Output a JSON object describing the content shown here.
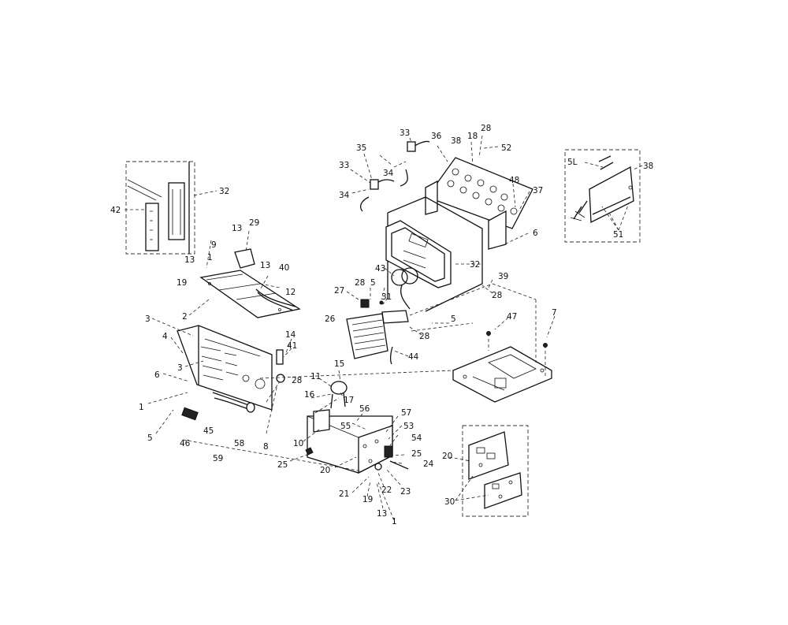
{
  "callouts": {
    "inset_left": [
      "42",
      "32"
    ],
    "left_assembly": [
      "13",
      "29",
      "9",
      "13",
      "1",
      "19",
      "13",
      "40",
      "12",
      "2",
      "3",
      "4",
      "3",
      "6",
      "14",
      "41",
      "28",
      "1",
      "5",
      "45",
      "46",
      "58",
      "8",
      "59"
    ],
    "bottom_panel": [
      "15",
      "11",
      "16",
      "17",
      "56",
      "55",
      "57",
      "53",
      "54",
      "10",
      "25",
      "20",
      "25",
      "24",
      "21",
      "19",
      "22",
      "23",
      "13",
      "1"
    ],
    "top_assembly": [
      "33",
      "36",
      "35",
      "34",
      "33",
      "34",
      "38",
      "18",
      "28",
      "52",
      "48",
      "37",
      "6",
      "32",
      "43",
      "28",
      "5",
      "27",
      "31",
      "26",
      "39",
      "28",
      "5",
      "28",
      "44",
      "47",
      "7"
    ],
    "inset_right_top": [
      "5L",
      "38",
      "51"
    ],
    "inset_right_bottom": [
      "20",
      "30"
    ]
  }
}
